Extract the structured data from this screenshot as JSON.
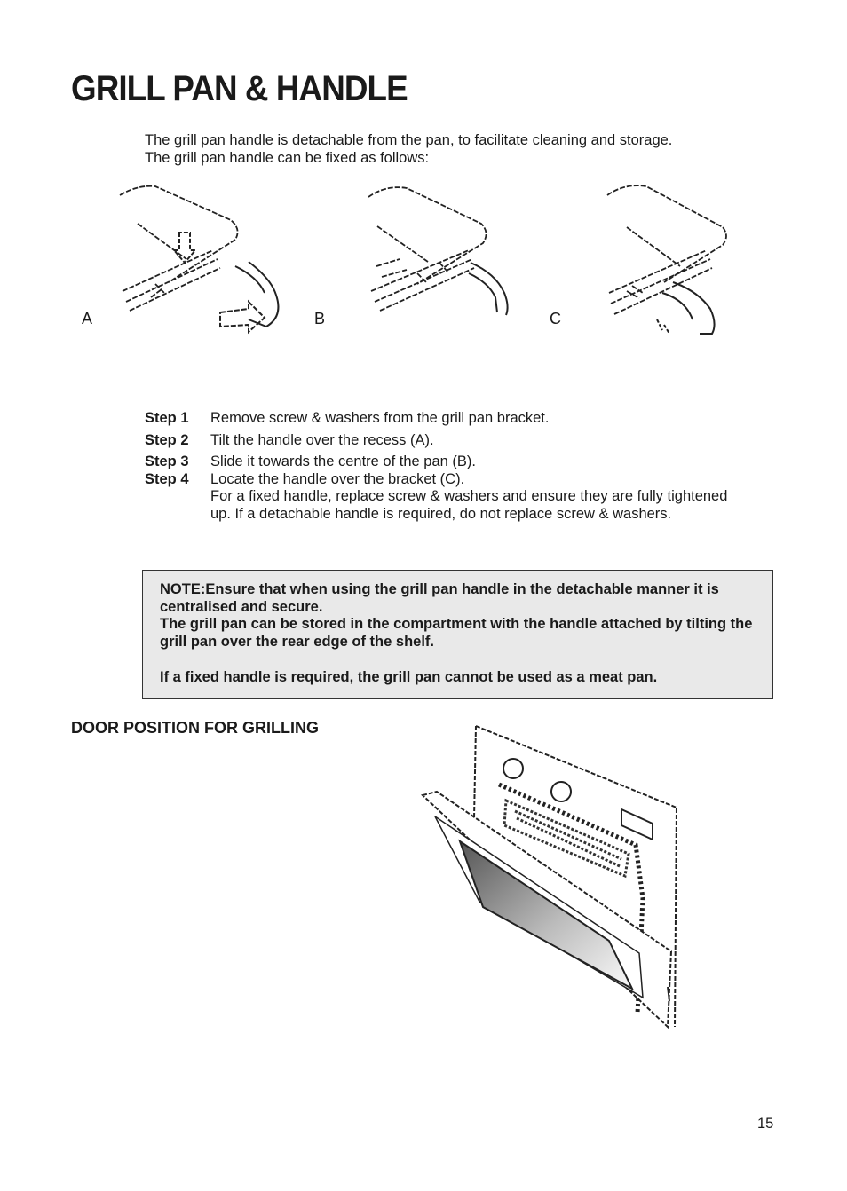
{
  "title": "GRILL PAN & HANDLE",
  "intro": {
    "line1": "The grill pan handle is detachable from the pan, to facilitate cleaning and storage.",
    "line2": "The grill pan handle can be fixed as follows:"
  },
  "figures": [
    {
      "label": "A"
    },
    {
      "label": "B"
    },
    {
      "label": "C"
    }
  ],
  "steps": [
    {
      "num": "Step 1",
      "text": "Remove screw & washers from the grill pan bracket."
    },
    {
      "num": "Step 2",
      "text": "Tilt the handle over the recess (A)."
    },
    {
      "num": "Step 3",
      "text": "Slide it towards the centre of the pan (B)."
    },
    {
      "num": "Step 4",
      "text": "Locate the handle over the bracket (C).",
      "extra": "For a fixed handle, replace screw & washers and ensure they are fully tightened up. If a detachable handle is required, do not replace screw & washers."
    }
  ],
  "note": {
    "p1": "NOTE:Ensure that when using the grill pan handle in the detachable manner it is centralised and secure.",
    "p2": "The grill pan can be stored in the compartment with the handle attached by tilting the grill pan over the rear edge of the shelf.",
    "p3": "If a fixed handle is required, the grill pan cannot be used as a meat pan."
  },
  "section_heading": "DOOR POSITION FOR GRILLING",
  "page_number": "15"
}
